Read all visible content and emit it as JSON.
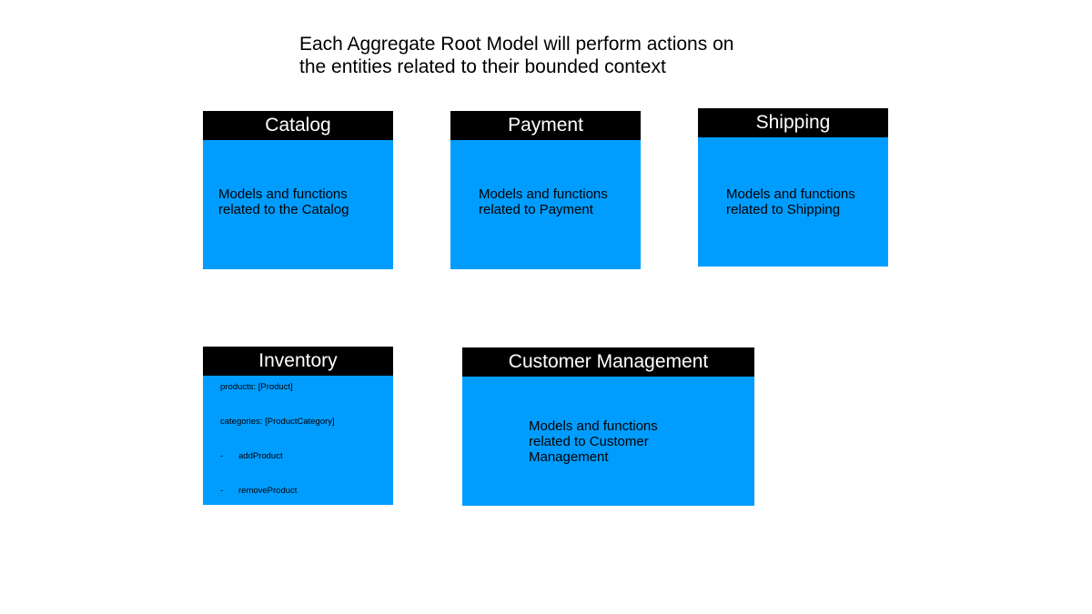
{
  "title": {
    "line1": "Each Aggregate Root Model will perform actions on",
    "line2": "the entities related to their bounded context"
  },
  "boxes": {
    "catalog": {
      "header": "Catalog",
      "desc_line1": "Models and functions",
      "desc_line2": "related to the Catalog"
    },
    "payment": {
      "header": "Payment",
      "desc_line1": "Models and functions",
      "desc_line2": "related to Payment"
    },
    "shipping": {
      "header": "Shipping",
      "desc_line1": "Models and functions",
      "desc_line2": "related to Shipping"
    },
    "inventory": {
      "header": "Inventory",
      "products": "products: [Product]",
      "categories": "categories: [ProductCategory]",
      "method_dash": "-",
      "add_product": "addProduct",
      "remove_product": "removeProduct"
    },
    "customer": {
      "header": "Customer Management",
      "desc_line1": "Models and functions",
      "desc_line2": "related to Customer",
      "desc_line3": "Management"
    }
  },
  "colors": {
    "box_fill": "#009dff",
    "header_fill": "#000000",
    "header_text": "#ffffff"
  }
}
